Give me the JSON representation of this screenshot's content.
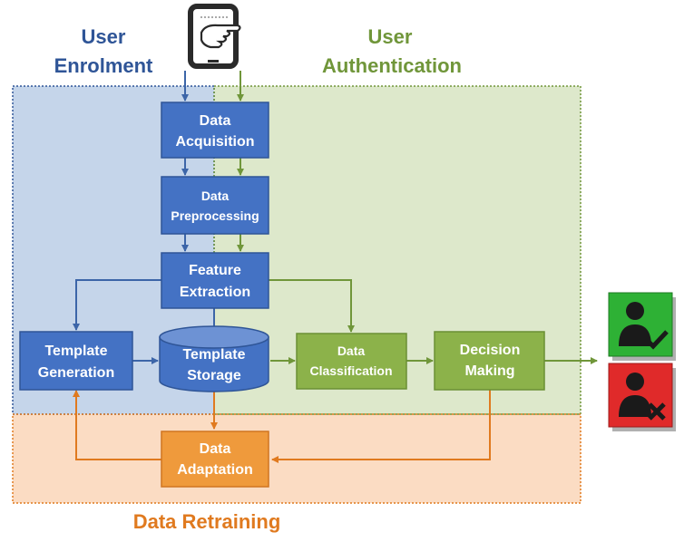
{
  "sections": {
    "enrolment": {
      "line1": "User",
      "line2": "Enrolment",
      "color": "#2f5597"
    },
    "authentication": {
      "line1": "User",
      "line2": "Authentication",
      "color": "#70963a"
    },
    "retraining": {
      "label": "Data Retraining",
      "color": "#e07a1f"
    }
  },
  "nodes": {
    "data_acquisition": {
      "line1": "Data",
      "line2": "Acquisition"
    },
    "data_preprocessing": {
      "line1": "Data",
      "line2": "Preprocessing"
    },
    "feature_extraction": {
      "line1": "Feature",
      "line2": "Extraction"
    },
    "template_generation": {
      "line1": "Template",
      "line2": "Generation"
    },
    "template_storage": {
      "line1": "Template",
      "line2": "Storage"
    },
    "data_classification": {
      "line1": "Data",
      "line2": "Classification"
    },
    "decision_making": {
      "line1": "Decision",
      "line2": "Making"
    },
    "data_adaptation": {
      "line1": "Data",
      "line2": "Adaptation"
    }
  },
  "outcomes": {
    "accept": {
      "icon": "user-check-icon",
      "color": "#2eb135"
    },
    "reject": {
      "icon": "user-x-icon",
      "color": "#e02a2a"
    }
  },
  "colors": {
    "blue_box": "#4472c4",
    "green_box": "#8cb24a",
    "orange_box": "#ef9a3c",
    "blue_region": "#c5d5ea",
    "green_region": "#dde8cb",
    "orange_region": "#fbdcc3"
  }
}
